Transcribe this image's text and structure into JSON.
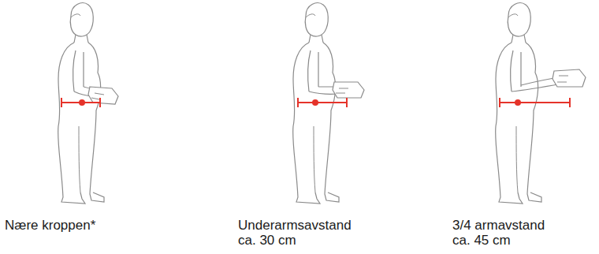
{
  "diagram": {
    "labels": [
      "Nære kroppen*",
      "Underarmsavstand ca. 30 cm",
      "3/4 armavstand ca. 45 cm"
    ]
  }
}
